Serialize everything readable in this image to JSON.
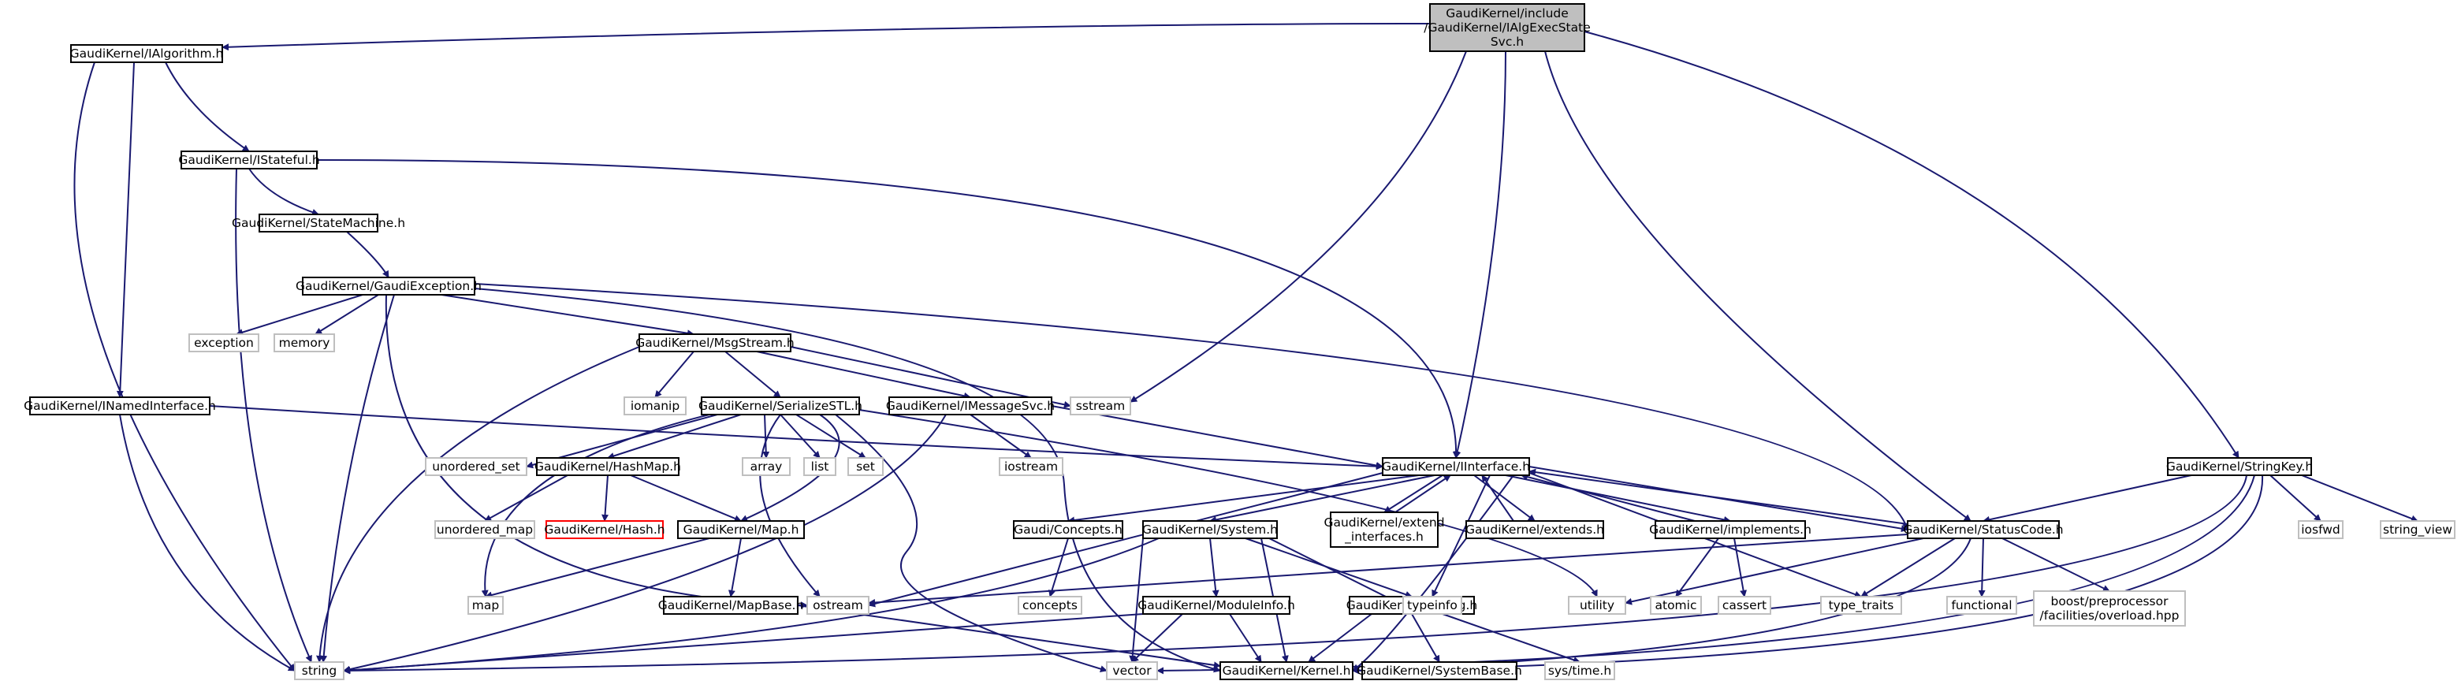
{
  "colors": {
    "edge": "#191970",
    "node_border": "#000000",
    "node_fill": "#ffffff",
    "root_fill": "#bfbfbf",
    "external_border": "#bfbfbf",
    "external_text": "#404040",
    "missing_border": "#ff0000"
  },
  "nodes": [
    {
      "id": "root",
      "lines": [
        "GaudiKernel/include",
        "/GaudiKernel/IAlgExecState",
        "Svc.h"
      ],
      "style": "root"
    },
    {
      "id": "ialgorithm",
      "lines": [
        "GaudiKernel/IAlgorithm.h"
      ],
      "style": "internal"
    },
    {
      "id": "istateful",
      "lines": [
        "GaudiKernel/IStateful.h"
      ],
      "style": "internal"
    },
    {
      "id": "statemachine",
      "lines": [
        "GaudiKernel/StateMachine.h"
      ],
      "style": "internal"
    },
    {
      "id": "gaudiexception",
      "lines": [
        "GaudiKernel/GaudiException.h"
      ],
      "style": "internal"
    },
    {
      "id": "exception",
      "lines": [
        "exception"
      ],
      "style": "external"
    },
    {
      "id": "memory",
      "lines": [
        "memory"
      ],
      "style": "external"
    },
    {
      "id": "msgstream",
      "lines": [
        "GaudiKernel/MsgStream.h"
      ],
      "style": "internal"
    },
    {
      "id": "inamedinterface",
      "lines": [
        "GaudiKernel/INamedInterface.h"
      ],
      "style": "internal"
    },
    {
      "id": "iomanip",
      "lines": [
        "iomanip"
      ],
      "style": "external"
    },
    {
      "id": "serializestl",
      "lines": [
        "GaudiKernel/SerializeSTL.h"
      ],
      "style": "internal"
    },
    {
      "id": "imessagesvc",
      "lines": [
        "GaudiKernel/IMessageSvc.h"
      ],
      "style": "internal"
    },
    {
      "id": "sstream",
      "lines": [
        "sstream"
      ],
      "style": "external"
    },
    {
      "id": "unordered_set",
      "lines": [
        "unordered_set"
      ],
      "style": "external"
    },
    {
      "id": "hashmap",
      "lines": [
        "GaudiKernel/HashMap.h"
      ],
      "style": "internal"
    },
    {
      "id": "array",
      "lines": [
        "array"
      ],
      "style": "external"
    },
    {
      "id": "list",
      "lines": [
        "list"
      ],
      "style": "external"
    },
    {
      "id": "set",
      "lines": [
        "set"
      ],
      "style": "external"
    },
    {
      "id": "iostream",
      "lines": [
        "iostream"
      ],
      "style": "external"
    },
    {
      "id": "iinterface",
      "lines": [
        "GaudiKernel/IInterface.h"
      ],
      "style": "internal"
    },
    {
      "id": "unordered_map",
      "lines": [
        "unordered_map"
      ],
      "style": "external"
    },
    {
      "id": "hash",
      "lines": [
        "GaudiKernel/Hash.h"
      ],
      "style": "missing"
    },
    {
      "id": "mapH",
      "lines": [
        "GaudiKernel/Map.h"
      ],
      "style": "internal"
    },
    {
      "id": "concepts_h",
      "lines": [
        "Gaudi/Concepts.h"
      ],
      "style": "internal"
    },
    {
      "id": "system",
      "lines": [
        "GaudiKernel/System.h"
      ],
      "style": "internal"
    },
    {
      "id": "extend_interfaces",
      "lines": [
        "GaudiKernel/extend",
        "_interfaces.h"
      ],
      "style": "internal"
    },
    {
      "id": "extends",
      "lines": [
        "GaudiKernel/extends.h"
      ],
      "style": "internal"
    },
    {
      "id": "implements",
      "lines": [
        "GaudiKernel/implements.h"
      ],
      "style": "internal"
    },
    {
      "id": "statuscode",
      "lines": [
        "GaudiKernel/StatusCode.h"
      ],
      "style": "internal"
    },
    {
      "id": "stringkey",
      "lines": [
        "GaudiKernel/StringKey.h"
      ],
      "style": "internal"
    },
    {
      "id": "iosfwd",
      "lines": [
        "iosfwd"
      ],
      "style": "external"
    },
    {
      "id": "string_view",
      "lines": [
        "string_view"
      ],
      "style": "external"
    },
    {
      "id": "map",
      "lines": [
        "map"
      ],
      "style": "external"
    },
    {
      "id": "ostream",
      "lines": [
        "ostream"
      ],
      "style": "external"
    },
    {
      "id": "concepts",
      "lines": [
        "concepts"
      ],
      "style": "external"
    },
    {
      "id": "mapbase",
      "lines": [
        "GaudiKernel/MapBase.h"
      ],
      "style": "internal"
    },
    {
      "id": "moduleinfo",
      "lines": [
        "GaudiKernel/ModuleInfo.h"
      ],
      "style": "internal"
    },
    {
      "id": "timing",
      "lines": [
        "GaudiKernel/Timing.h"
      ],
      "style": "internal"
    },
    {
      "id": "typeinfo",
      "lines": [
        "typeinfo"
      ],
      "style": "external"
    },
    {
      "id": "utility",
      "lines": [
        "utility"
      ],
      "style": "external"
    },
    {
      "id": "atomic",
      "lines": [
        "atomic"
      ],
      "style": "external"
    },
    {
      "id": "cassert",
      "lines": [
        "cassert"
      ],
      "style": "external"
    },
    {
      "id": "type_traits",
      "lines": [
        "type_traits"
      ],
      "style": "external"
    },
    {
      "id": "functional",
      "lines": [
        "functional"
      ],
      "style": "external"
    },
    {
      "id": "boost_overload",
      "lines": [
        "boost/preprocessor",
        "/facilities/overload.hpp"
      ],
      "style": "external"
    },
    {
      "id": "string",
      "lines": [
        "string"
      ],
      "style": "external"
    },
    {
      "id": "vector",
      "lines": [
        "vector"
      ],
      "style": "external"
    },
    {
      "id": "kernel",
      "lines": [
        "GaudiKernel/Kernel.h"
      ],
      "style": "internal"
    },
    {
      "id": "systembase",
      "lines": [
        "GaudiKernel/SystemBase.h"
      ],
      "style": "internal"
    },
    {
      "id": "systime",
      "lines": [
        "sys/time.h"
      ],
      "style": "external"
    }
  ]
}
